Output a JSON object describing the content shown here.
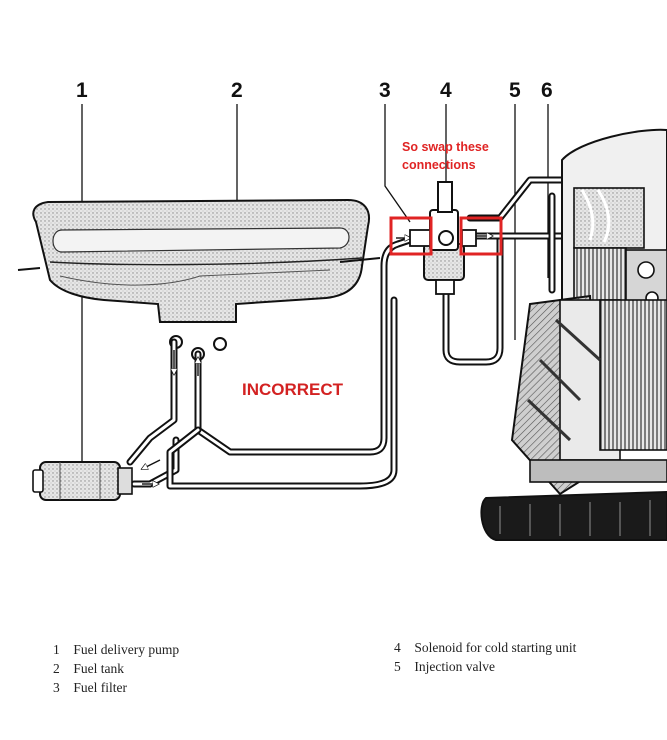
{
  "callouts": {
    "c1": "1",
    "c2": "2",
    "c3": "3",
    "c4": "4",
    "c5": "5",
    "c6": "6"
  },
  "annotation": {
    "line1": "So swap these",
    "line2": "connections",
    "status": "INCORRECT",
    "highlight_color": "#e02424"
  },
  "legend": {
    "items": [
      {
        "num": "1",
        "label": "Fuel delivery pump"
      },
      {
        "num": "2",
        "label": "Fuel tank"
      },
      {
        "num": "3",
        "label": "Fuel filter"
      },
      {
        "num": "4",
        "label": "Solenoid for cold starting unit"
      },
      {
        "num": "5",
        "label": "Injection valve"
      }
    ]
  },
  "colors": {
    "line": "#111111",
    "highlight": "#e02424",
    "shade": "#d8d8d8"
  }
}
